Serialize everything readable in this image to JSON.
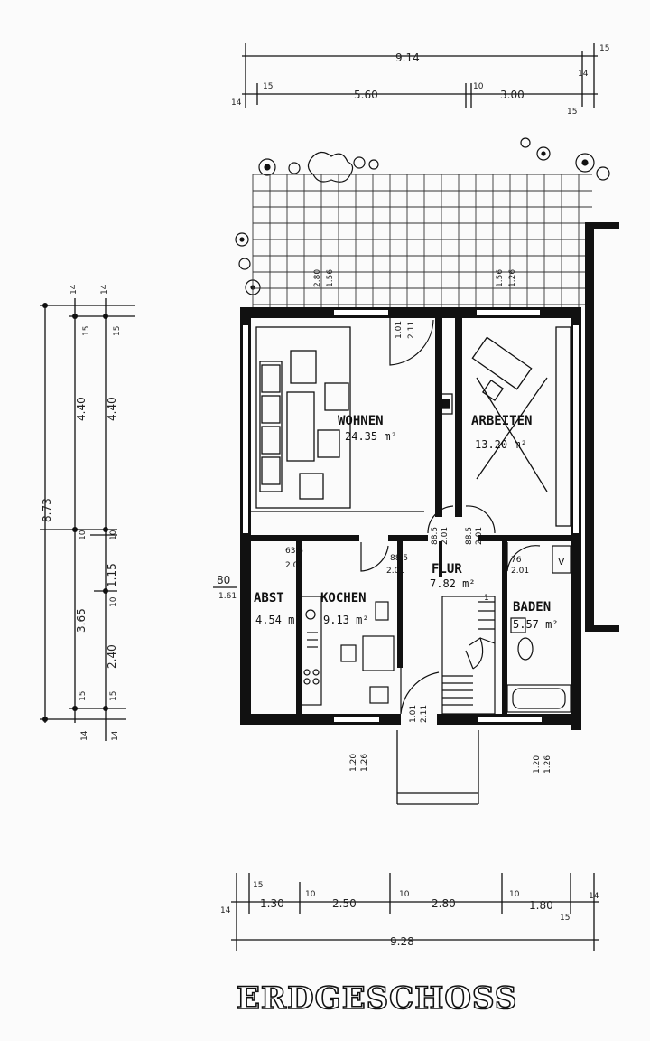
{
  "title": "ERDGESCHOSS",
  "top_dims": {
    "total": "9.14",
    "segments": [
      "14",
      "15",
      "5.60",
      "10",
      "3.00",
      "15",
      "15",
      "14"
    ]
  },
  "bottom_dims": {
    "total": "9.28",
    "segments": [
      "14",
      "15",
      "1.30",
      "10",
      "2.50",
      "10",
      "2.80",
      "10",
      "1.80",
      "15",
      "14"
    ]
  },
  "left_dims": {
    "total": "8.73",
    "outer": [
      "14",
      "15",
      "4.40",
      "10",
      "3.65",
      "15",
      "14"
    ],
    "inner": [
      "14",
      "15",
      "4.40",
      "10",
      "1.15",
      "10",
      "2.40",
      "15",
      "14"
    ]
  },
  "side_labels": {
    "left_80": "80",
    "left_1_61": "1.61"
  },
  "rooms": {
    "wohnen": {
      "name": "WOHNEN",
      "area": "24.35 m²"
    },
    "arbeiten": {
      "name": "ARBEITEN",
      "area": "13.20 m²"
    },
    "flur": {
      "name": "FLUR",
      "area": "7.82 m²"
    },
    "abst": {
      "name": "ABST",
      "area": "4.54 m²"
    },
    "kochen": {
      "name": "KOCHEN",
      "area": "9.13 m²"
    },
    "baden": {
      "name": "BADEN",
      "area": "5.57 m²"
    }
  },
  "terrace_labels": {
    "left_a": "2.80",
    "left_b": "1.56",
    "right_a": "1.56",
    "right_b": "1.26"
  },
  "door_labels": {
    "wohnen_top_a": "1.01",
    "wohnen_top_b": "2.11",
    "flur_left_a": "88.5",
    "flur_left_b": "2.01",
    "flur_right_a": "88.5",
    "flur_right_b": "2.01",
    "abst_a": "63.5",
    "abst_b": "2.01",
    "kochen_a": "88.5",
    "kochen_b": "2.01",
    "baden_a": "76",
    "baden_b": "2.01",
    "entrance_a": "1.01",
    "entrance_b": "2.11",
    "window_left_a": "1.20",
    "window_left_b": "1.26",
    "window_right_a": "1.20",
    "window_right_b": "1.26"
  },
  "symbols": {
    "stair_label": "1"
  }
}
